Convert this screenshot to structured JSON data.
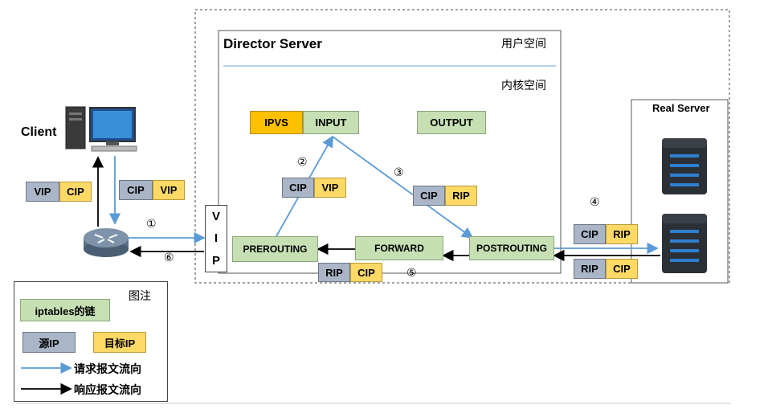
{
  "director": {
    "title": "Director Server",
    "user_space": "用户空间",
    "kernel_space": "内核空间"
  },
  "real_server": {
    "title": "Real Server"
  },
  "client": {
    "label": "Client"
  },
  "chains": {
    "ipvs": "IPVS",
    "input": "INPUT",
    "output": "OUTPUT",
    "prerouting": "PREROUTING",
    "forward": "FORWARD",
    "postrouting": "POSTROUTING"
  },
  "vip_column": [
    "V",
    "I",
    "P"
  ],
  "packets": {
    "client_reply": {
      "src": "VIP",
      "dst": "CIP"
    },
    "client_request": {
      "src": "CIP",
      "dst": "VIP"
    },
    "step2": {
      "src": "CIP",
      "dst": "VIP"
    },
    "step3": {
      "src": "CIP",
      "dst": "RIP"
    },
    "step4": {
      "src": "CIP",
      "dst": "RIP"
    },
    "rs_reply": {
      "src": "RIP",
      "dst": "CIP"
    },
    "step5": {
      "src": "RIP",
      "dst": "CIP"
    }
  },
  "steps": {
    "s1": "①",
    "s2": "②",
    "s3": "③",
    "s4": "④",
    "s5": "⑤",
    "s6": "⑥"
  },
  "legend": {
    "title": "图注",
    "chain": "iptables的链",
    "src_ip": "源IP",
    "dst_ip": "目标IP",
    "request": "请求报文流向",
    "response": "响应报文流向"
  },
  "colors": {
    "request_arrow": "#5b9bd5",
    "response_arrow": "#000000",
    "chain": "#c6e0b4",
    "src_ip": "#aab6c8",
    "dst_ip": "#ffd966"
  }
}
